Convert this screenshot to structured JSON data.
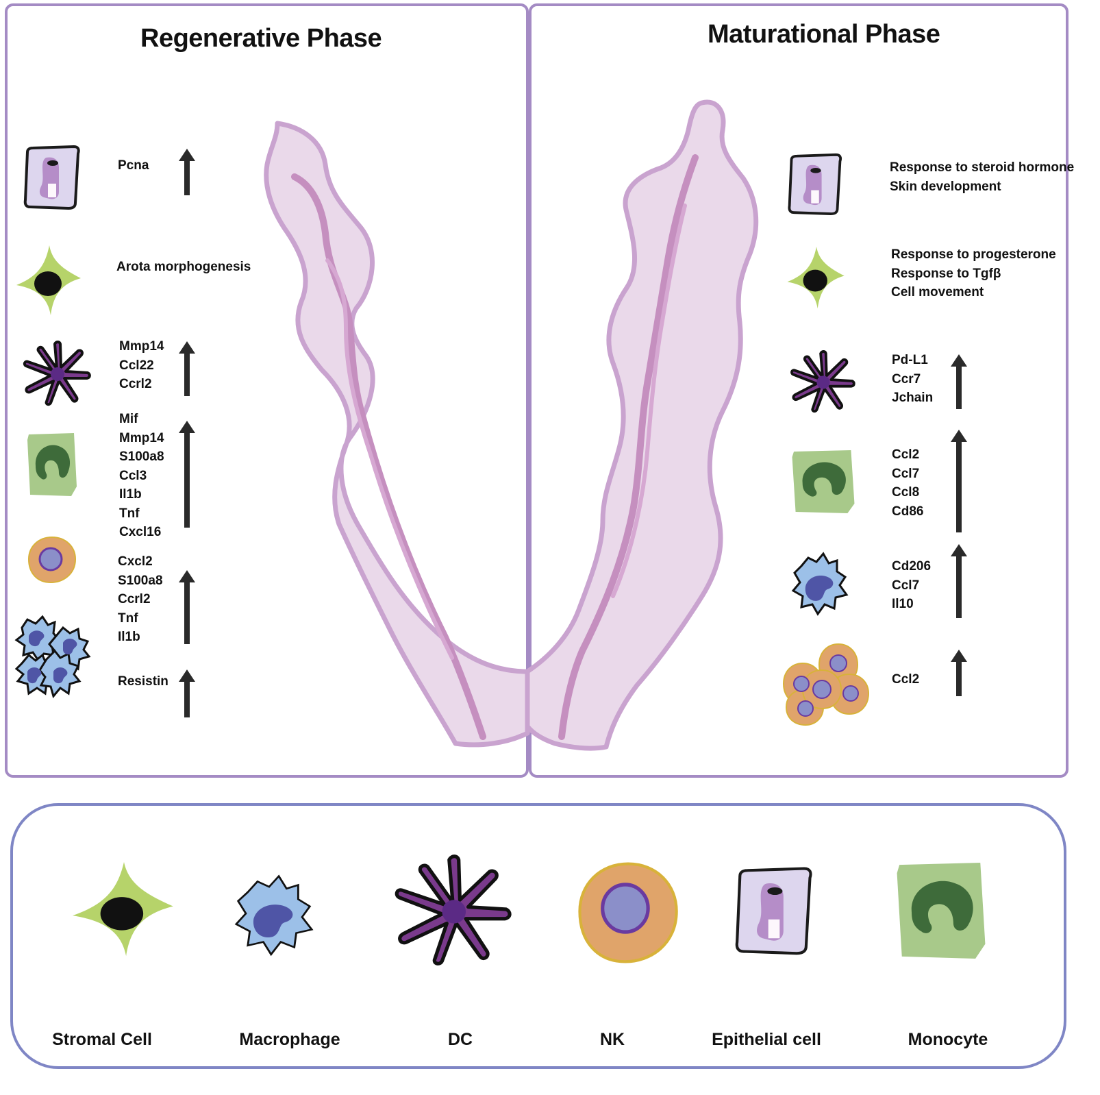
{
  "regenerative": {
    "title": "Regenerative Phase",
    "rows": [
      {
        "cell": "epithelial",
        "labels": [
          "Pcna"
        ],
        "arrow": "up"
      },
      {
        "cell": "stromal",
        "labels": [
          "Arota morphogenesis"
        ],
        "arrow": "none"
      },
      {
        "cell": "dc",
        "labels": [
          "Mmp14",
          "Ccl22",
          "Ccrl2"
        ],
        "arrow": "up"
      },
      {
        "cell": "monocyte",
        "labels": [
          "Mif",
          "Mmp14",
          "S100a8",
          "Ccl3",
          "Il1b",
          "Tnf",
          "Cxcl16"
        ],
        "arrow": "up"
      },
      {
        "cell": "nk",
        "labels": [
          "Cxcl2",
          "S100a8",
          "Ccrl2",
          "Tnf",
          "Il1b"
        ],
        "arrow": "up"
      },
      {
        "cell": "macrophage-cluster",
        "labels": [
          "Resistin"
        ],
        "arrow": "up"
      }
    ]
  },
  "maturational": {
    "title": "Maturational Phase",
    "rows": [
      {
        "cell": "epithelial",
        "labels": [
          "Response to steroid hormone",
          "Skin development"
        ],
        "arrow": "none"
      },
      {
        "cell": "stromal",
        "labels": [
          "Response to progesterone",
          "Response to Tgfβ",
          "Cell movement"
        ],
        "arrow": "none"
      },
      {
        "cell": "dc",
        "labels": [
          "Pd-L1",
          "Ccr7",
          "Jchain"
        ],
        "arrow": "up"
      },
      {
        "cell": "monocyte",
        "labels": [
          "Ccl2",
          "Ccl7",
          "Ccl8",
          "Cd86"
        ],
        "arrow": "up"
      },
      {
        "cell": "macrophage",
        "labels": [
          "Cd206",
          "Ccl7",
          "Il10"
        ],
        "arrow": "up"
      },
      {
        "cell": "nk-cluster",
        "labels": [
          "Ccl2"
        ],
        "arrow": "up"
      }
    ]
  },
  "legend": {
    "items": [
      {
        "cell": "stromal",
        "label": "Stromal Cell"
      },
      {
        "cell": "macrophage",
        "label": "Macrophage"
      },
      {
        "cell": "dc",
        "label": "DC"
      },
      {
        "cell": "nk",
        "label": "NK"
      },
      {
        "cell": "epithelial",
        "label": "Epithelial cell"
      },
      {
        "cell": "monocyte",
        "label": "Monocyte"
      }
    ]
  },
  "colors": {
    "panel_border": "#a48bc4",
    "legend_border": "#7f86c5",
    "uterus_fill": "#ead9ea",
    "uterus_stroke": "#c9a3cf",
    "uterus_lumen": "#c58fbf",
    "stromal": "#b6d36a",
    "macrophage": "#9cc0e8",
    "macrophage_nucleus": "#4f55a6",
    "dc": "#7a3a8c",
    "nk": "#e0a46a",
    "nk_nucleus": "#8b8fc9",
    "epithelial": "#ddd6ee",
    "monocyte": "#a8c98a",
    "monocyte_nucleus": "#3e6b3a"
  }
}
